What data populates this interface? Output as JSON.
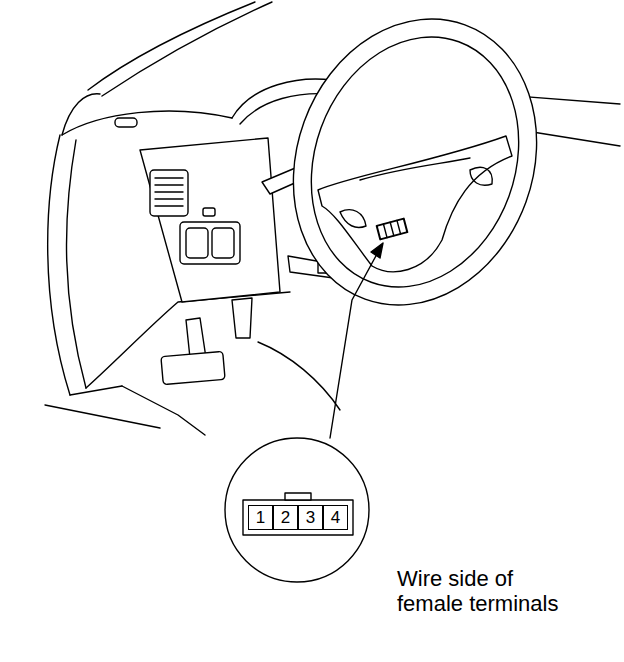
{
  "diagram": {
    "nodes": [
      {
        "text": [
          "1"
        ]
      },
      {
        "text": [
          "2"
        ]
      },
      {
        "text": [
          "3"
        ]
      },
      {
        "text": [
          "4"
        ]
      }
    ],
    "labels": [
      "Wire side of female terminals"
    ]
  }
}
